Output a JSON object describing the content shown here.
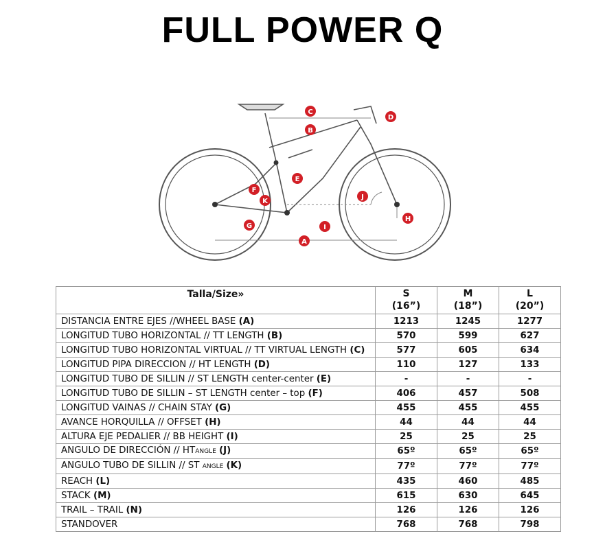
{
  "title": "FULL POWER Q",
  "diagram": {
    "markers": [
      "A",
      "B",
      "C",
      "D",
      "E",
      "F",
      "G",
      "H",
      "I",
      "J",
      "K"
    ],
    "marker_color": "#d21f26"
  },
  "table": {
    "header_label": "Talla/Size»",
    "sizes": [
      {
        "letter": "S",
        "inch": "(16”)"
      },
      {
        "letter": "M",
        "inch": "(18”)"
      },
      {
        "letter": "L",
        "inch": "(20”)"
      }
    ],
    "rows": [
      {
        "text": "DISTANCIA ENTRE EJES //WHEEL BASE ",
        "sub": "",
        "post": "",
        "code": "(A)",
        "values": [
          "1213",
          "1245",
          "1277"
        ]
      },
      {
        "text": "LONGITUD TUBO HORIZONTAL // TT LENGTH ",
        "sub": "",
        "post": "",
        "code": "(B)",
        "values": [
          "570",
          "599",
          "627"
        ]
      },
      {
        "text": "LONGITUD TUBO HORIZONTAL VIRTUAL // TT VIRTUAL LENGTH ",
        "sub": "",
        "post": "",
        "code": "(C)",
        "values": [
          "577",
          "605",
          "634"
        ]
      },
      {
        "text": "LONGITUD PIPA DIRECCION // HT LENGTH ",
        "sub": "",
        "post": "",
        "code": "(D)",
        "values": [
          "110",
          "127",
          "133"
        ]
      },
      {
        "text": "LONGITUD TUBO DE SILLIN // ST LENGTH center-center ",
        "sub": "",
        "post": "",
        "code": "(E)",
        "values": [
          "-",
          "-",
          "-"
        ]
      },
      {
        "text": "LONGITUD TUBO DE SILLIN – ST LENGTH center – top ",
        "sub": "",
        "post": "",
        "code": "(F)",
        "values": [
          "406",
          "457",
          "508"
        ]
      },
      {
        "text": "LONGITUD VAINAS // CHAIN STAY ",
        "sub": "",
        "post": "",
        "code": "(G)",
        "values": [
          "455",
          "455",
          "455"
        ]
      },
      {
        "text": "AVANCE HORQUILLA // OFFSET ",
        "sub": "",
        "post": "",
        "code": "(H)",
        "values": [
          "44",
          "44",
          "44"
        ]
      },
      {
        "text": "ALTURA EJE PEDALIER  // BB HEIGHT  ",
        "sub": "",
        "post": "",
        "code": "(I)",
        "values": [
          "25",
          "25",
          "25"
        ]
      },
      {
        "text": "ANGULO DE DIRECCIÓN // HT",
        "sub": "ANGLE",
        "post": " ",
        "code": "(J)",
        "values": [
          "65º",
          "65º",
          "65º"
        ]
      },
      {
        "text": "ANGULO TUBO DE SILLIN // ST ",
        "sub": "ANGLE",
        "post": " ",
        "code": "(K)",
        "values": [
          "77º",
          "77º",
          "77º"
        ]
      },
      {
        "text": "REACH  ",
        "sub": "",
        "post": "",
        "code": "(L)",
        "values": [
          "435",
          "460",
          "485"
        ]
      },
      {
        "text": "STACK ",
        "sub": "",
        "post": "",
        "code": "(M)",
        "values": [
          "615",
          "630",
          "645"
        ]
      },
      {
        "text": "TRAIL – TRAIL  ",
        "sub": "",
        "post": "",
        "code": "(N)",
        "values": [
          "126",
          "126",
          "126"
        ]
      },
      {
        "text": "STANDOVER",
        "sub": "",
        "post": "",
        "code": "",
        "values": [
          "768",
          "768",
          "798"
        ]
      }
    ]
  }
}
